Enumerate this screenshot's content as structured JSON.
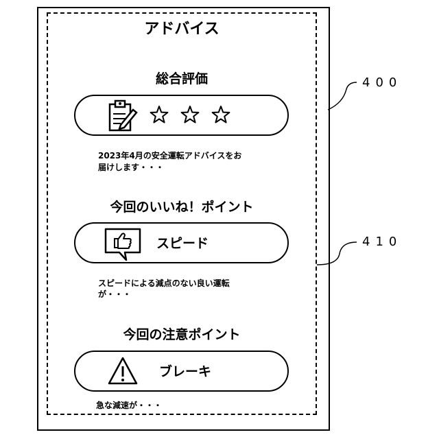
{
  "screen": {
    "title": "アドバイス",
    "overall": {
      "heading": "総合評価",
      "icon": "clipboard-pencil-icon",
      "stars": 3,
      "message_line1": "2023年4月の安全運転アドバイスをお",
      "message_line2": "届けします・・・"
    },
    "good_point": {
      "heading": "今回のいいね！ポイント",
      "icon": "thumbs-up-speech-bubble-icon",
      "label": "スピード",
      "message_line1": "スピードによる減点のない良い運転",
      "message_line2": "が・・・"
    },
    "caution_point": {
      "heading": "今回の注意ポイント",
      "icon": "warning-triangle-icon",
      "label": "ブレーキ",
      "message": "急な減速が・・・"
    }
  },
  "reference_labels": {
    "screen_ref": "400",
    "good_point_ref": "410"
  }
}
